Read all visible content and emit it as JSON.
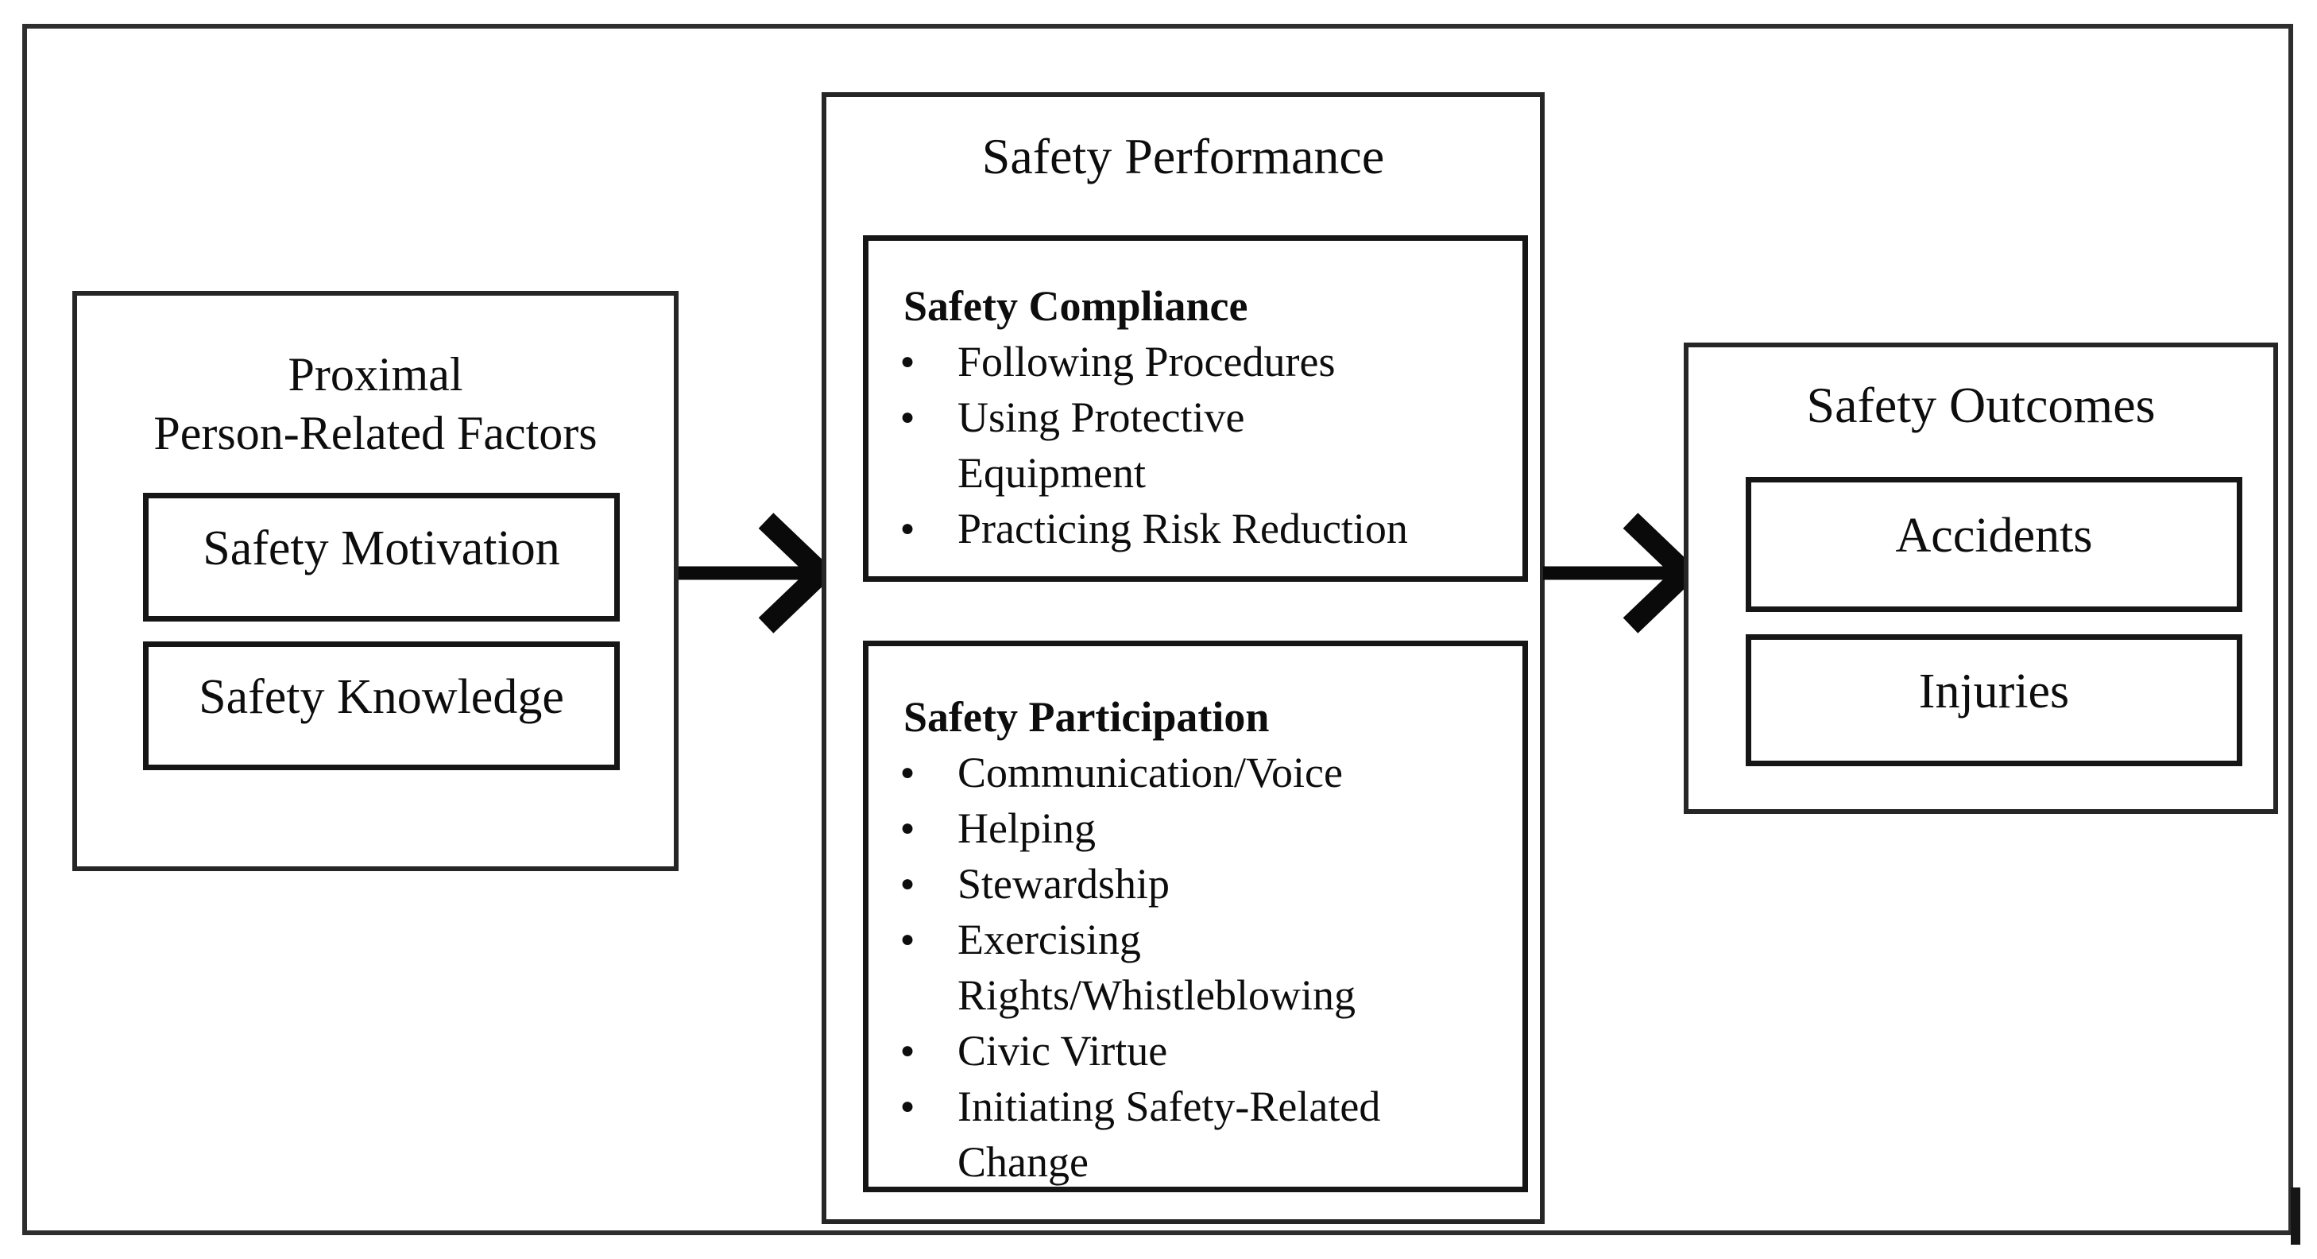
{
  "figure": {
    "bullet_glyph": "●",
    "colors": {
      "ink": "#0d0d0d",
      "frame_border": "#2e2e2e",
      "box_border": "#161616",
      "background": "#ffffff"
    },
    "left_box": {
      "title_lines": [
        "Proximal",
        "Person-Related Factors"
      ],
      "items": [
        "Safety Motivation",
        "Safety Knowledge"
      ]
    },
    "middle_box": {
      "title": "Safety Performance",
      "compliance": {
        "header": "Safety Compliance",
        "bullets": [
          "Following Procedures",
          "Using Protective\nEquipment",
          "Practicing Risk Reduction"
        ]
      },
      "participation": {
        "header": "Safety Participation",
        "bullets": [
          "Communication/Voice",
          "Helping",
          "Stewardship",
          "Exercising\nRights/Whistleblowing",
          "Civic Virtue",
          "Initiating Safety-Related\nChange"
        ]
      }
    },
    "right_box": {
      "title": "Safety Outcomes",
      "items": [
        "Accidents",
        "Injuries"
      ]
    }
  }
}
